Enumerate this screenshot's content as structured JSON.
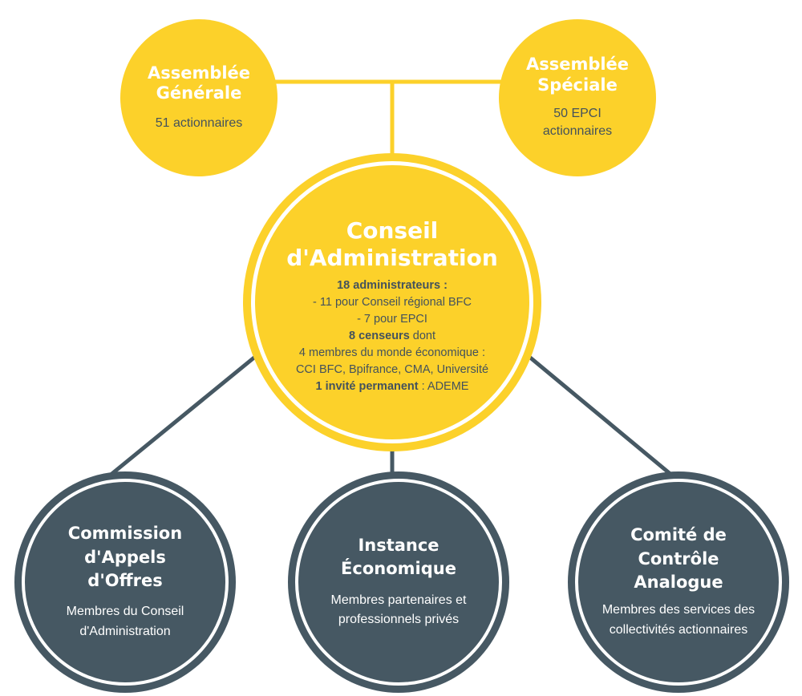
{
  "colors": {
    "yellow": "#fcd12a",
    "dark": "#465863",
    "connector_top": "#fcd12a",
    "connector_bottom": "#465863"
  },
  "assemblee_generale": {
    "title": "Assemblée Générale",
    "subtitle": "51 actionnaires"
  },
  "assemblee_speciale": {
    "title": "Assemblée Spéciale",
    "subtitle": "50 EPCI actionnaires"
  },
  "conseil": {
    "title": "Conseil d'Administration",
    "administrateurs": "18 administrateurs :",
    "admin_region": "- 11 pour Conseil régional BFC",
    "admin_epci": "- 7 pour EPCI",
    "censeurs_bold": "8 censeurs",
    "censeurs_rest": " dont",
    "membres_eco": "4 membres du monde économique :",
    "membres_list": "CCI BFC, Bpifrance, CMA, Université",
    "invite_bold": "1 invité permanent",
    "invite_rest": " : ADEME"
  },
  "commission": {
    "title": "Commission d'Appels d'Offres",
    "subtitle": "Membres du Conseil d'Administration"
  },
  "instance": {
    "title": "Instance Économique",
    "subtitle": "Membres partenaires et professionnels privés"
  },
  "comite": {
    "title": "Comité de Contrôle Analogue",
    "subtitle": "Membres des services des collectivités actionnaires"
  }
}
